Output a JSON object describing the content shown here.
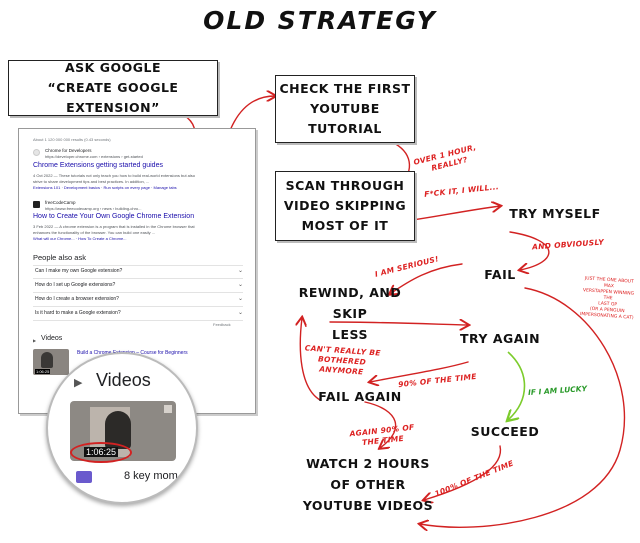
{
  "title": "OLD STRATEGY",
  "boxes": {
    "ask_google_line1": "ASK GOOGLE",
    "ask_google_line2": "“CREATE GOOGLE EXTENSION”",
    "check_line1": "CHECK THE FIRST",
    "check_line2": "YOUTUBE",
    "check_line3": "TUTORIAL",
    "scan_line1": "SCAN THROUGH",
    "scan_line2": "VIDEO SKIPPING",
    "scan_line3": "MOST OF IT"
  },
  "nodes": {
    "try_myself": "TRY MYSELF",
    "fail": "FAIL",
    "rewind_line1": "REWIND, AND SKIP",
    "rewind_line2": "LESS",
    "try_again": "TRY AGAIN",
    "fail_again": "FAIL AGAIN",
    "succeed": "SUCCEED",
    "watch_line1": "WATCH 2 HOURS",
    "watch_line2": "OF OTHER",
    "watch_line3": "YOUTUBE VIDEOS"
  },
  "annotations": {
    "over_hour_1": "OVER 1 HOUR,",
    "over_hour_2": "REALLY?",
    "fck_it": "F*CK IT, I WILL...",
    "and_obviously": "AND OBVIOUSLY",
    "i_am_serious": "I AM SERIOUS!",
    "cant_bothered_1": "CAN'T REALLY BE",
    "cant_bothered_2": "BOTHERED",
    "cant_bothered_3": "ANYMORE",
    "ninety_time": "90% OF THE TIME",
    "if_lucky": "IF I AM LUCKY",
    "again_90_1": "AGAIN 90% OF",
    "again_90_2": "THE TIME",
    "hundred_time": "100% OF THE TIME",
    "fine_1": "JUST THE ONE ABOUT MAX",
    "fine_2": "VERSTAPPEN WINNING THE",
    "fine_3": "LAST GP",
    "fine_4": "(OR A PENGUIN",
    "fine_5": "IMPERSONATING A CAT)"
  },
  "google": {
    "results_meta": "About 1 120 000 000 results (0.43 seconds)",
    "r1_site": "Chrome for Developers",
    "r1_url": "https://developer.chrome.com › extensions › get-started",
    "r1_title": "Chrome Extensions getting started guides",
    "r1_snip1": "4 Oct 2022 — These tutorials not only teach you how to build real-world extensions but also",
    "r1_snip2": "strive to share development tips and best practices. In addition, ...",
    "r1_link1": "Extensions 101",
    "r1_link2": "Development basics",
    "r1_link3": "Run scripts on every page",
    "r1_link4": "Manage tabs",
    "r2_site": "freeCodeCamp",
    "r2_url": "https://www.freecodecamp.org › news › building-chro...",
    "r2_title": "How to Create Your Own Google Chrome Extension",
    "r2_snip1": "3 Feb 2022 — A chrome extension is a program that is installed in the Chrome browser that",
    "r2_snip2": "enhances the functionality of the browser. You can build one easily ...",
    "r2_link1": "What will our Chrome...",
    "r2_link2": "How To Create a Chrome...",
    "paa_title": "People also ask",
    "q1": "Can I make my own Google extension?",
    "q2": "How do I set up Google extensions?",
    "q3": "How do I create a browser extension?",
    "q4": "Is it hard to make a Google extension?",
    "feedback": "Feedback",
    "videos_label": "Videos",
    "video_title": "Build a Chrome Extension – Course for Beginners",
    "video_time_small": "1:06:25"
  },
  "zoom": {
    "videos_label": "Videos",
    "duration": "1:06:25",
    "key_moments": "8 key mom"
  },
  "colors": {
    "arrow_red": "#d22222",
    "arrow_green": "#7ccc2c",
    "link_blue": "#1a0dab"
  }
}
